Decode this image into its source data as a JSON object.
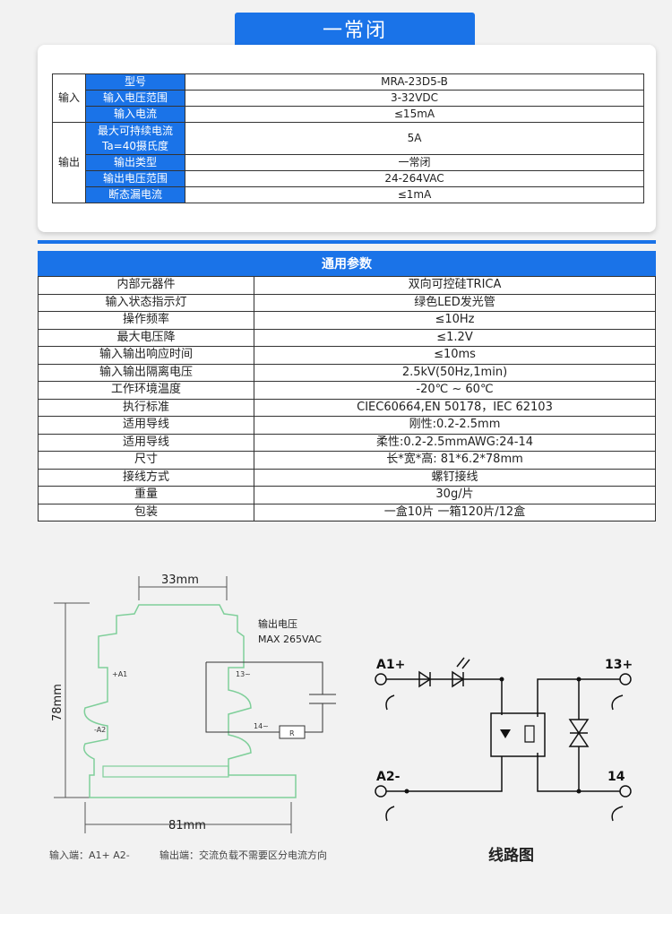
{
  "top_tab": "一常闭",
  "spec": {
    "input_group": "输入",
    "output_group": "输出",
    "rows": {
      "model": {
        "k": "型号",
        "v": "MRA-23D5-B"
      },
      "in_voltage": {
        "k": "输入电压范围",
        "v": "3-32VDC"
      },
      "in_current": {
        "k": "输入电流",
        "v": "≤15mA"
      },
      "max_current_1": "最大可持续电流",
      "max_current_2": "Ta=40摄氏度",
      "max_current_v": "5A",
      "out_type": {
        "k": "输出类型",
        "v": "一常闭"
      },
      "out_voltage": {
        "k": "输出电压范围",
        "v": "24-264VAC"
      },
      "leak": {
        "k": "断态漏电流",
        "v": "≤1mA"
      }
    }
  },
  "general": {
    "title": "通用参数",
    "rows": [
      {
        "k": "内部元器件",
        "v": "双向可控硅TRICA"
      },
      {
        "k": "输入状态指示灯",
        "v": "绿色LED发光管"
      },
      {
        "k": "操作频率",
        "v": "≤10Hz"
      },
      {
        "k": "最大电压降",
        "v": "≤1.2V"
      },
      {
        "k": "输入输出响应时间",
        "v": "≤10ms"
      },
      {
        "k": "输入输出隔离电压",
        "v": "2.5kV(50Hz,1min)"
      },
      {
        "k": "工作环境温度",
        "v": "-20℃ ~ 60℃"
      },
      {
        "k": "执行标准",
        "v": "CIEC60664,EN 50178，IEC 62103"
      },
      {
        "k": "适用导线",
        "v": "刚性:0.2-2.5mm"
      },
      {
        "k": "适用导线",
        "v": "柔性:0.2-2.5mmAWG:24-14"
      },
      {
        "k": "尺寸",
        "v": "长*宽*高: 81*6.2*78mm"
      },
      {
        "k": "接线方式",
        "v": "螺钉接线"
      },
      {
        "k": "重量",
        "v": "30g/片"
      },
      {
        "k": "包装",
        "v": "一盒10片  一箱120片/12盒"
      }
    ]
  },
  "dimension_drawing": {
    "width_top": "33mm",
    "height": "78mm",
    "width_bottom": "81mm",
    "out_label_1": "输出电压",
    "out_label_2": "MAX 265VAC",
    "t_a1": "+A1",
    "t_a2": "-A2",
    "t_13": "13~",
    "t_14": "14~",
    "resistor": "R"
  },
  "notes": {
    "input": "输入端：A1+  A2-",
    "output": "输出端：交流负载不需要区分电流方向"
  },
  "circuit": {
    "title": "线路图",
    "a1": "A1+",
    "a2": "A2-",
    "p13": "13+",
    "p14": "14"
  }
}
